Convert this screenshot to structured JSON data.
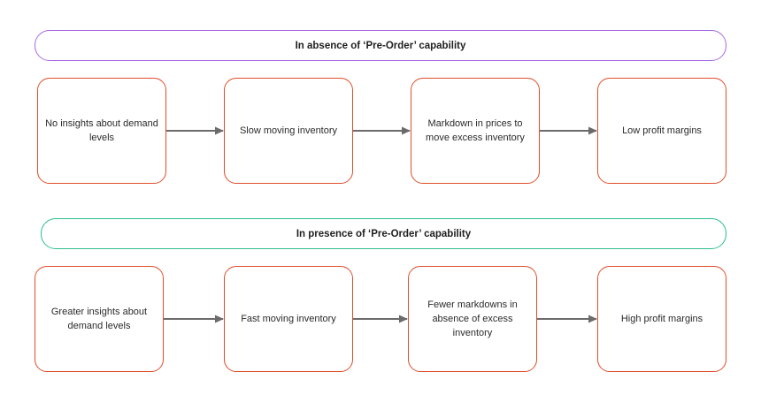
{
  "rows": [
    {
      "title": "In absence of ‘Pre-Order’ capability",
      "title_border_color": "#a66be0",
      "box_border_color": "#e04e2a",
      "steps": [
        "No insights about demand levels",
        "Slow moving inventory",
        "Markdown in prices to move excess inventory",
        "Low profit margins"
      ]
    },
    {
      "title": "In presence of ‘Pre-Order’ capability",
      "title_border_color": "#2bbf8a",
      "box_border_color": "#e04e2a",
      "steps": [
        "Greater insights about demand levels",
        "Fast moving inventory",
        "Fewer markdowns in absence of excess inventory",
        "High profit margins"
      ]
    }
  ],
  "arrow_color": "#6b6b6b"
}
